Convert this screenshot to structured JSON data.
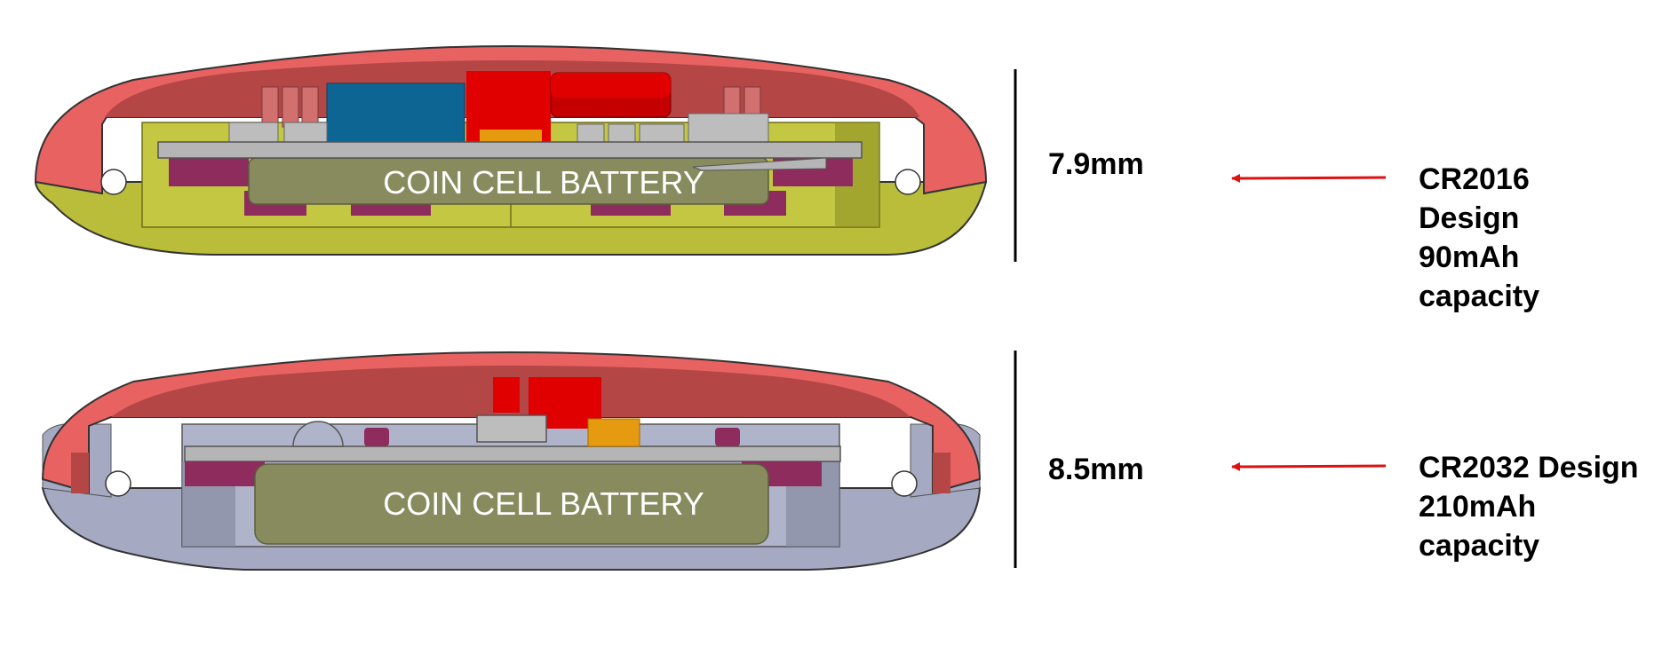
{
  "designs": [
    {
      "id": "cr2016",
      "battery_label": "COIN CELL BATTERY",
      "thickness": "7.9mm",
      "spec_lines": [
        "CR2016",
        "Design",
        "90mAh",
        "capacity"
      ]
    },
    {
      "id": "cr2032",
      "battery_label": "COIN CELL BATTERY",
      "thickness": "8.5mm",
      "spec_lines": [
        "CR2032 Design",
        "210mAh",
        "capacity"
      ]
    }
  ],
  "colors": {
    "shell_top": "#e86262",
    "shell_top_inner": "#b44646",
    "base_yellow": "#b9bd3a",
    "base_yellow_dark": "#8e8f22",
    "base_blue": "#a5a9c2",
    "base_blue_dark": "#868aa3",
    "pcb": "#b5b5b5",
    "battery": "#878b5e",
    "magenta": "#8e2c5e",
    "blue_component": "#0d6594",
    "red_component": "#e00000",
    "orange_component": "#e69a10",
    "arrow": "#e01010"
  }
}
